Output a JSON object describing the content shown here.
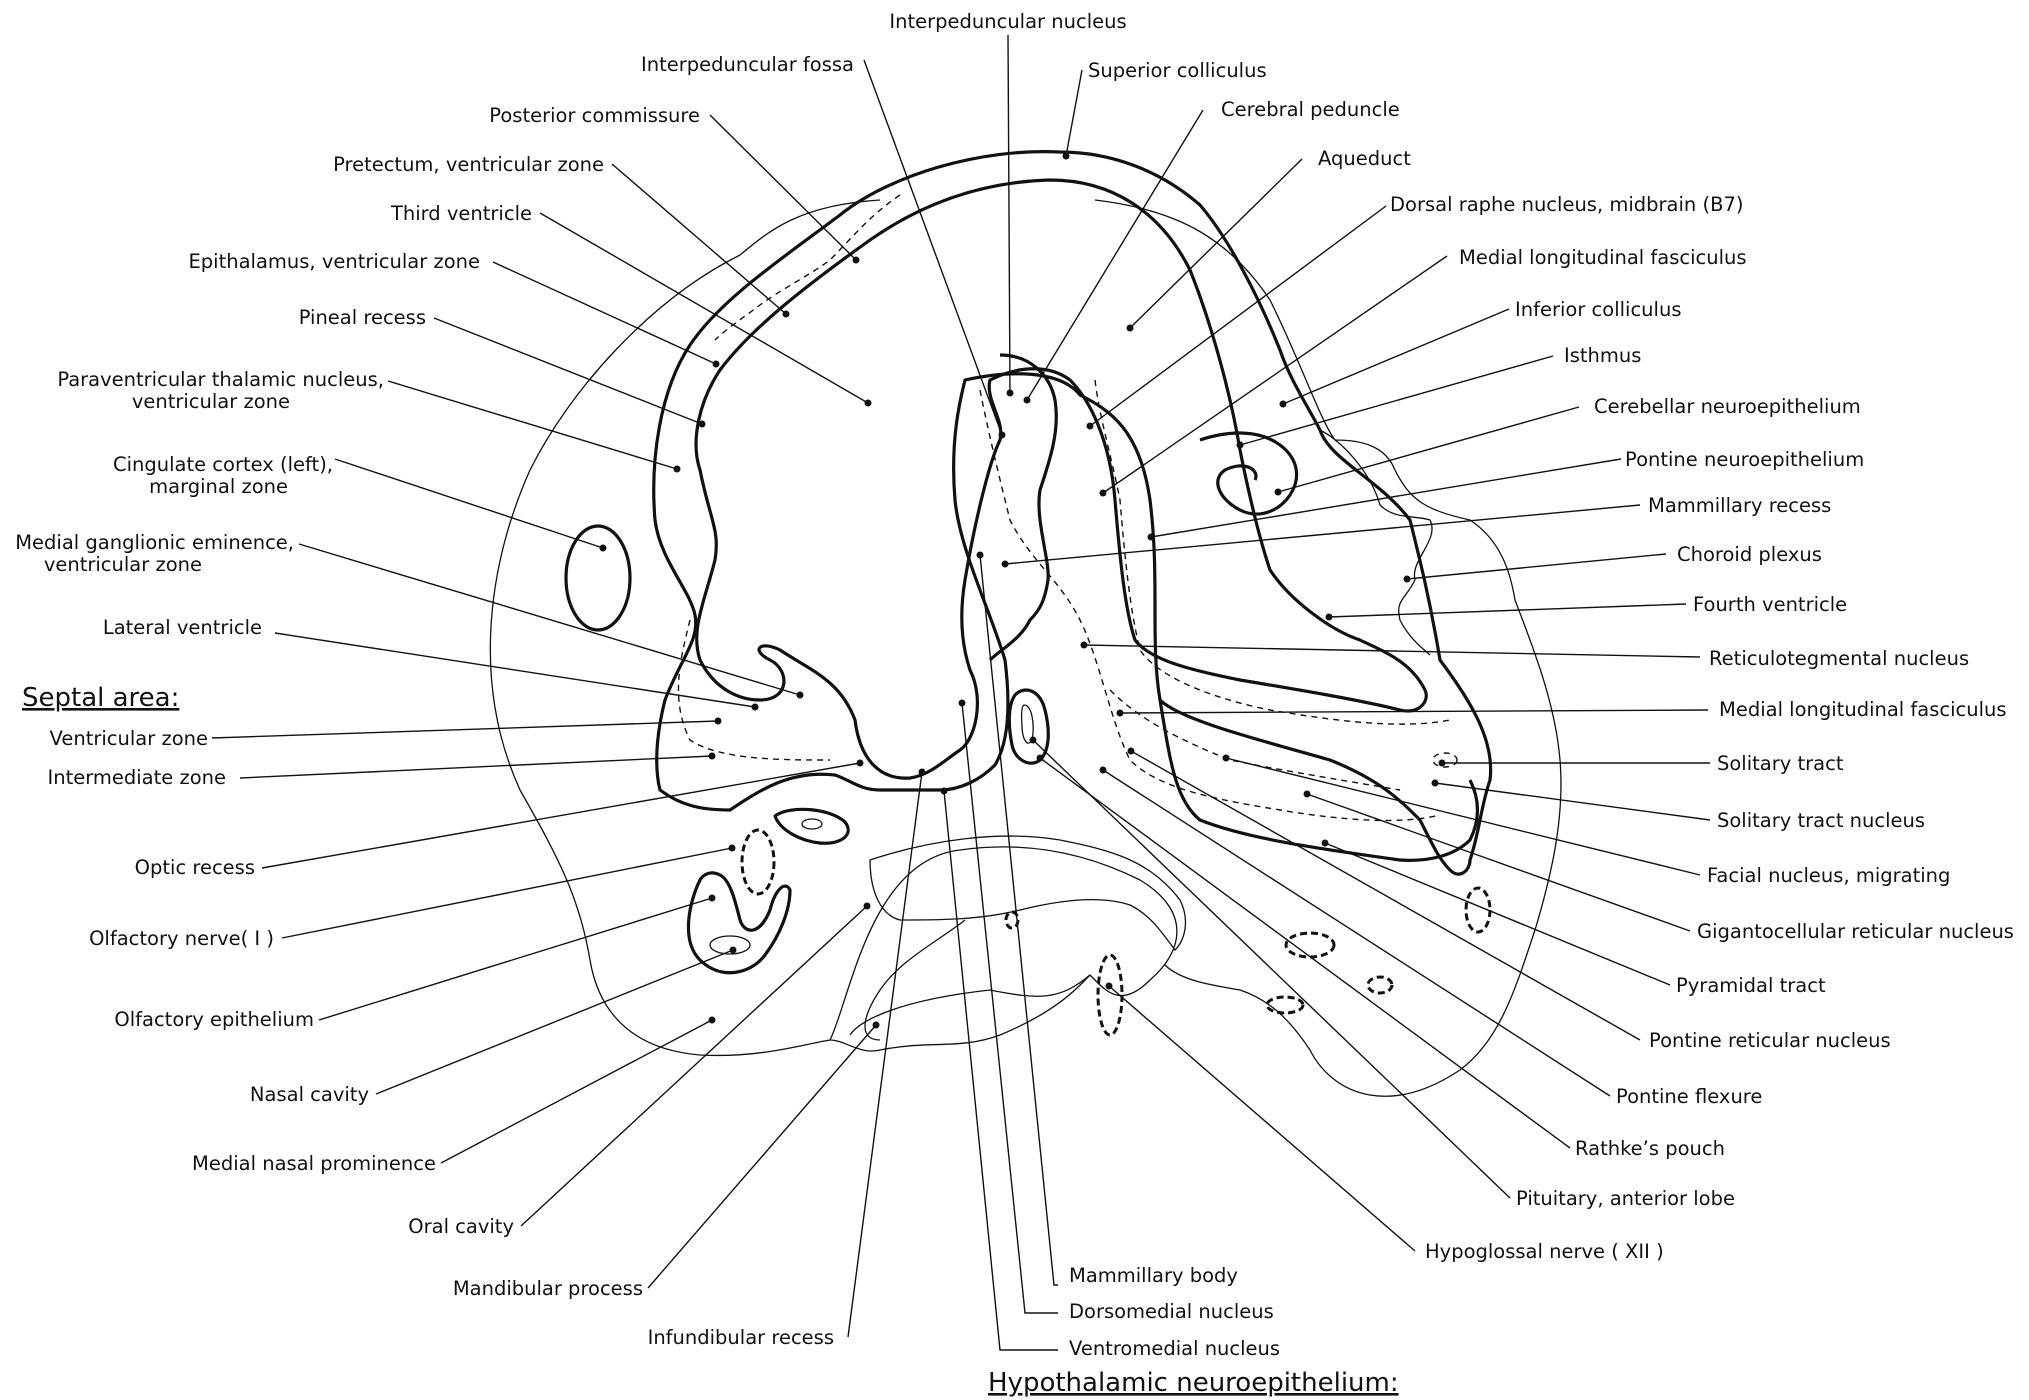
{
  "diagram": {
    "headers": {
      "septal_area": "Septal area:",
      "hypothalamic_neuroepithelium": "Hypothalamic neuroepithelium:"
    },
    "labels": {
      "interpeduncular_nucleus": "Interpeduncular nucleus",
      "interpeduncular_fossa": "Interpeduncular fossa",
      "superior_colliculus": "Superior colliculus",
      "posterior_commissure": "Posterior commissure",
      "cerebral_peduncle": "Cerebral peduncle",
      "pretectum_vz": "Pretectum, ventricular zone",
      "aqueduct": "Aqueduct",
      "third_ventricle": "Third ventricle",
      "dorsal_raphe": "Dorsal raphe nucleus, midbrain (B7)",
      "epithalamus_vz": "Epithalamus, ventricular zone",
      "mlf_upper": "Medial longitudinal fasciculus",
      "pineal_recess": "Pineal recess",
      "inferior_colliculus": "Inferior colliculus",
      "paraventricular_1": "Paraventricular thalamic nucleus,",
      "paraventricular_2": "ventricular zone",
      "isthmus": "Isthmus",
      "cerebellar_ne": "Cerebellar neuroepithelium",
      "cingulate_1": "Cingulate cortex (left),",
      "cingulate_2": "marginal zone",
      "pontine_ne": "Pontine neuroepithelium",
      "mammillary_recess": "Mammillary recess",
      "mge_1": "Medial ganglionic eminence,",
      "mge_2": "ventricular zone",
      "choroid_plexus": "Choroid plexus",
      "fourth_ventricle": "Fourth ventricle",
      "lateral_ventricle": "Lateral ventricle",
      "reticulotegmental": "Reticulotegmental nucleus",
      "mlf_lower": "Medial longitudinal fasciculus",
      "ventricular_zone": "Ventricular zone",
      "solitary_tract": "Solitary tract",
      "intermediate_zone": "Intermediate zone",
      "solitary_tract_nucleus": "Solitary tract nucleus",
      "optic_recess": "Optic recess",
      "facial_nucleus": "Facial nucleus, migrating",
      "olfactory_nerve": "Olfactory nerve( I )",
      "gigantocellular": "Gigantocellular reticular nucleus",
      "olfactory_epithelium": "Olfactory epithelium",
      "pyramidal_tract": "Pyramidal tract",
      "pontine_reticular": "Pontine reticular nucleus",
      "nasal_cavity": "Nasal cavity",
      "pontine_flexure": "Pontine flexure",
      "medial_nasal_prominence": "Medial nasal prominence",
      "rathkes_pouch": "Rathke’s pouch",
      "oral_cavity": "Oral cavity",
      "pituitary_anterior": "Pituitary, anterior lobe",
      "hypoglossal": "Hypoglossal nerve ( XII )",
      "mandibular_process": "Mandibular process",
      "mammillary_body": "Mammillary body",
      "dorsomedial": "Dorsomedial nucleus",
      "infundibular_recess": "Infundibular recess",
      "ventromedial": "Ventromedial nucleus"
    }
  }
}
